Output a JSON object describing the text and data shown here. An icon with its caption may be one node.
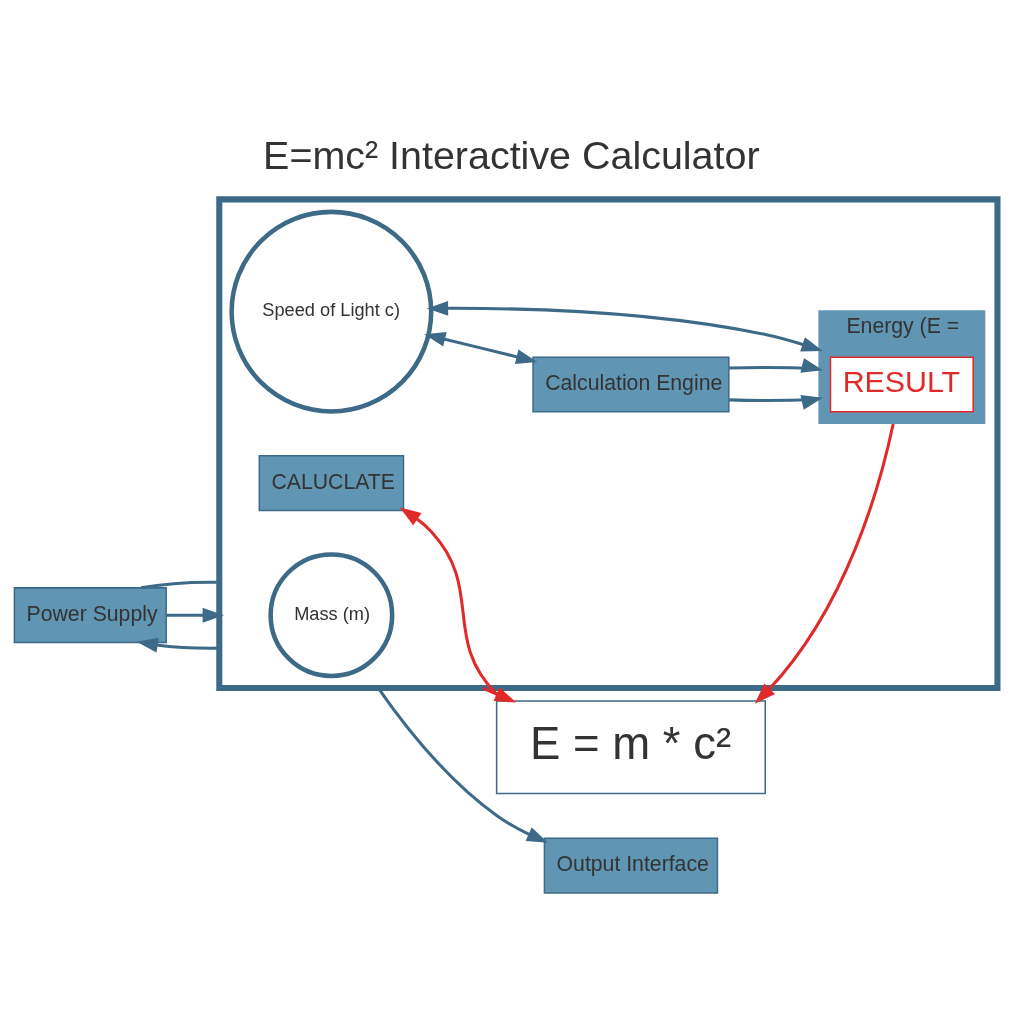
{
  "diagram": {
    "title": "E=mc² Interactive Calculator",
    "nodes": [
      {
        "text": [],
        "shape": "box"
      },
      {
        "text": [
          "Power Supply"
        ]
      },
      {
        "text": [
          "Mass (m)"
        ],
        "in": 0
      },
      {
        "text": [
          "Speed of Light c)"
        ],
        "in": 0
      },
      {
        "text": [
          "Calculation Engine"
        ],
        "in": 0
      },
      {
        "text": [
          "Energy (E ="
        ],
        "in": 0
      },
      {
        "text": [
          "RESULT"
        ],
        "in": 5
      },
      {
        "text": [
          "CALUCLATE"
        ],
        "in": 0
      },
      {
        "text": [
          "E = m * c²"
        ]
      },
      {
        "text": [
          "Output Interface"
        ]
      }
    ],
    "edges": [
      {
        "from": 0,
        "to": 1,
        "arrow": "to"
      },
      {
        "from": 1,
        "to": 0,
        "arrow": "to"
      },
      {
        "from": 1,
        "to": 0,
        "arrow": "none"
      },
      {
        "from": 3,
        "to": 4,
        "arrow": "both"
      },
      {
        "from": 3,
        "to": 5,
        "arrow": "both"
      },
      {
        "from": 4,
        "to": 5,
        "arrow": "to"
      },
      {
        "from": 4,
        "to": 5,
        "arrow": "to"
      },
      {
        "from": 0,
        "to": 9,
        "arrow": "to"
      },
      {
        "from": 0,
        "to": 8,
        "arrow": "to",
        "color": "#e02a2a"
      },
      {
        "from": 5,
        "to": 8,
        "arrow": "to",
        "color": "#e02a2a"
      },
      {
        "from": 8,
        "to": 7,
        "arrow": "to",
        "color": "#e02a2a"
      }
    ]
  }
}
